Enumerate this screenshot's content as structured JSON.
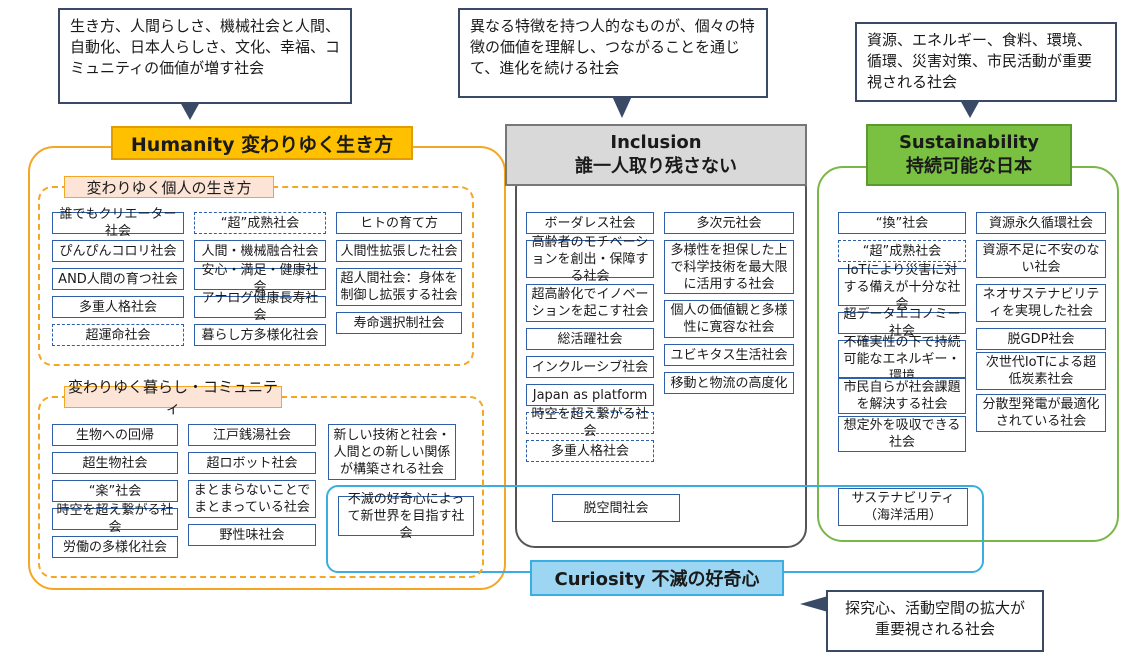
{
  "callouts": {
    "humanity": "生き方、人間らしさ、機械社会と人間、自動化、日本人らしさ、文化、幸福、コミュニティの価値が増す社会",
    "inclusion": "異なる特徴を持つ人的なものが、個々の特徴の価値を理解し、つながることを通じて、進化を続ける社会",
    "sustainability": "資源、エネルギー、食料、環境、循環、災害対策、市民活動が重要視される社会",
    "curiosity": "探究心、活動空間の拡大が重要視される社会"
  },
  "titles": {
    "humanity": "Humanity 変わりゆく生き方",
    "inclusion_en": "Inclusion",
    "inclusion_jp": "誰一人取り残さない",
    "sustainability_en": "Sustainability",
    "sustainability_jp": "持続可能な日本",
    "curiosity": "Curiosity 不滅の好奇心"
  },
  "humanity": {
    "individual": {
      "label": "変わりゆく個人の生き方",
      "col1": [
        "誰でもクリエーター社会",
        "ぴんぴんコロリ社会",
        "AND人間の育つ社会",
        "多重人格社会",
        "超運命社会"
      ],
      "col2": [
        "“超”成熟社会",
        "人間・機械融合社会",
        "安心・満足・健康社会",
        "アナログ健康長寿社会",
        "暮らし方多様化社会"
      ],
      "col3": [
        "ヒトの育て方",
        "人間性拡張した社会",
        "超人間社会：身体を制御し拡張する社会",
        "寿命選択制社会"
      ]
    },
    "community": {
      "label": "変わりゆく暮らし・コミュニティ",
      "col1": [
        "生物への回帰",
        "超生物社会",
        "“楽”社会",
        "時空を超え繋がる社会",
        "労働の多様化社会"
      ],
      "col2": [
        "江戸銭湯社会",
        "超ロボット社会",
        "まとまらないことでまとまっている社会",
        "野性味社会"
      ],
      "col3": [
        "新しい技術と社会・人間との新しい関係が構築される社会",
        "不滅の好奇心によって新世界を目指す社会"
      ]
    }
  },
  "inclusion": {
    "col1": [
      "ボーダレス社会",
      "高齢者のモチベーションを創出・保障する社会",
      "超高齢化でイノベーションを起こす社会",
      "総活躍社会",
      "インクルーシブ社会",
      "Japan as platform",
      "時空を超え繋がる社会",
      "多重人格社会"
    ],
    "col2": [
      "多次元社会",
      "多様性を担保した上で科学技術を最大限に活用する社会",
      "個人の価値観と多様性に寛容な社会",
      "ユビキタス生活社会",
      "移動と物流の高度化"
    ],
    "bottom": "脱空間社会"
  },
  "sustainability": {
    "col1": [
      "“換”社会",
      "“超”成熟社会",
      "IoTにより災害に対する備えが十分な社会",
      "超データエコノミー社会",
      "不確実性の下で持続可能なエネルギー・環境",
      "市民自らが社会課題を解決する社会",
      "想定外を吸収できる社会"
    ],
    "col2": [
      "資源永久循環社会",
      "資源不足に不安のない社会",
      "ネオサステナビリティを実現した社会",
      "脱GDP社会",
      "次世代IoTによる超低炭素社会",
      "分散型発電が最適化されている社会"
    ],
    "bottom": "サステナビリティ（海洋活用）"
  },
  "colors": {
    "humanity": "#f5a623",
    "inclusion": "#555555",
    "sustainability": "#7ab648",
    "curiosity": "#3aaee0"
  }
}
